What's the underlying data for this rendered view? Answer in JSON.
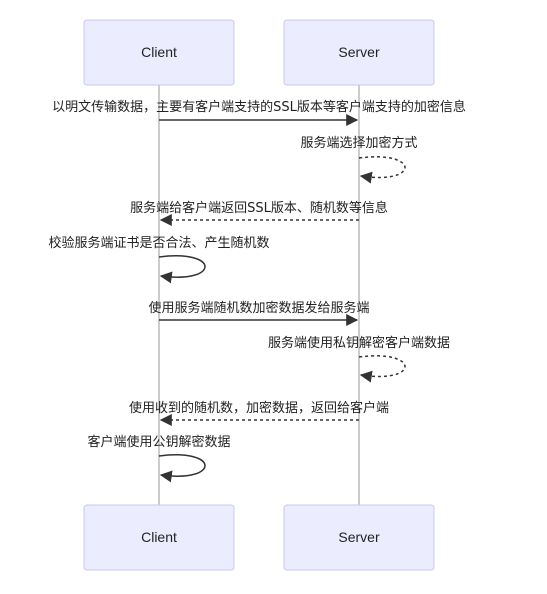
{
  "actors": {
    "client": "Client",
    "server": "Server"
  },
  "messages": [
    {
      "from": "client",
      "to": "server",
      "style": "solid",
      "text": "以明文传输数据，主要有客户端支持的SSL版本等客户端支持的加密信息"
    },
    {
      "from": "server",
      "to": "server",
      "style": "dashed",
      "text": "服务端选择加密方式"
    },
    {
      "from": "server",
      "to": "client",
      "style": "dashed",
      "text": "服务端给客户端返回SSL版本、随机数等信息"
    },
    {
      "from": "client",
      "to": "client",
      "style": "solid",
      "text": "校验服务端证书是否合法、产生随机数"
    },
    {
      "from": "client",
      "to": "server",
      "style": "solid",
      "text": "使用服务端随机数加密数据发给服务端"
    },
    {
      "from": "server",
      "to": "server",
      "style": "dashed",
      "text": "服务端使用私钥解密客户端数据"
    },
    {
      "from": "server",
      "to": "client",
      "style": "dashed",
      "text": "使用收到的随机数，加密数据，返回给客户端"
    },
    {
      "from": "client",
      "to": "client",
      "style": "solid",
      "text": "客户端使用公钥解密数据"
    }
  ]
}
